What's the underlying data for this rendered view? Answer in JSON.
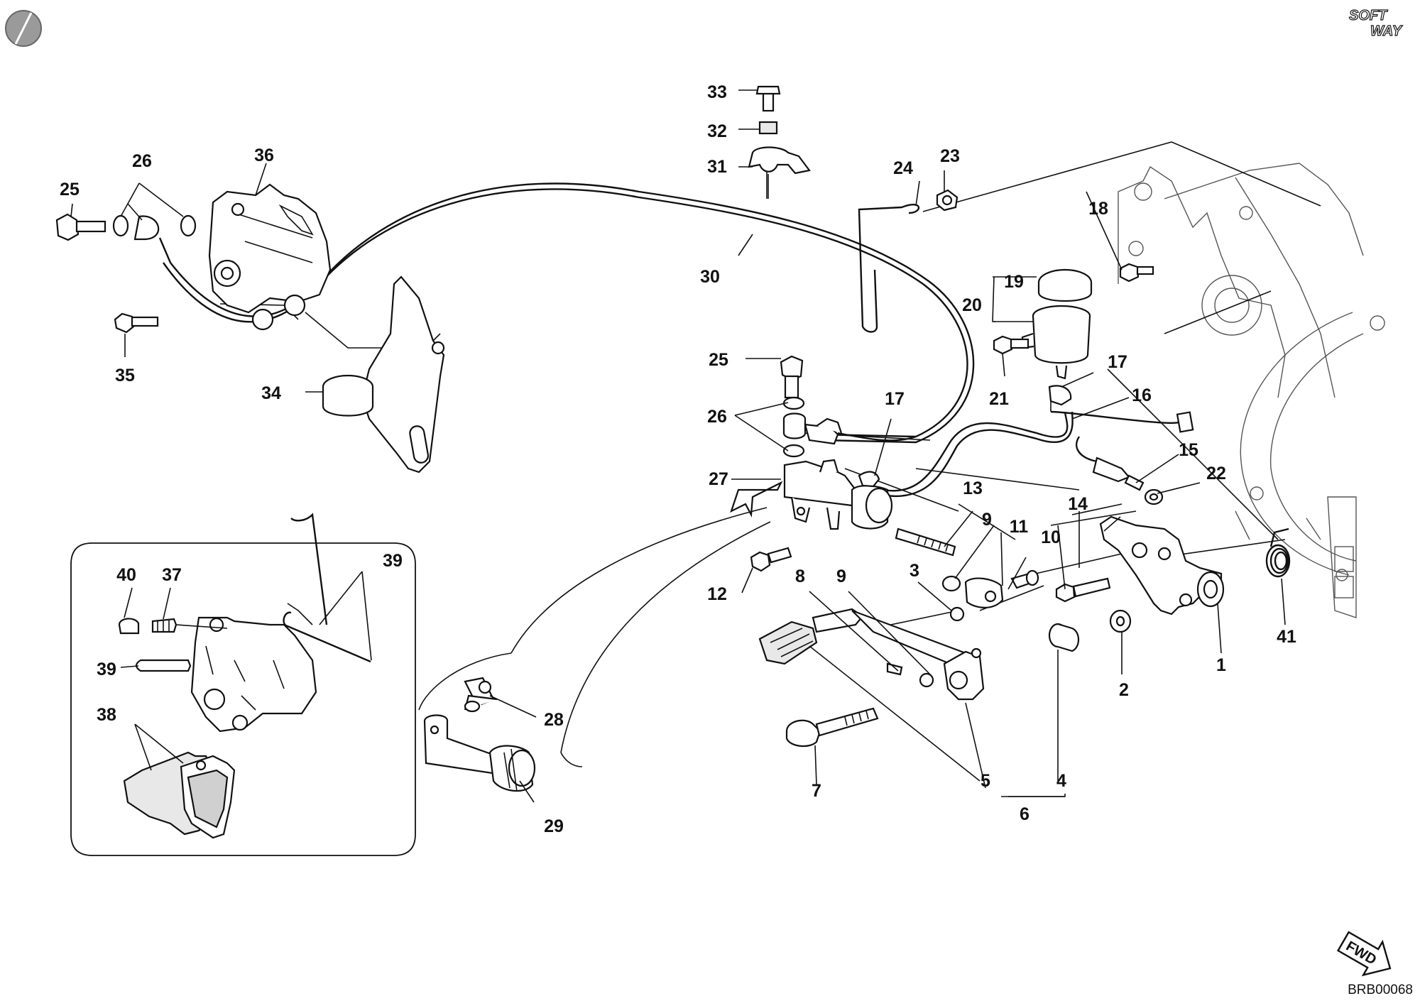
{
  "diagram": {
    "code": "BRB00068",
    "logo": {
      "line1": "SOFT",
      "line2": "WAY"
    },
    "fwd": "FWD",
    "callouts": {
      "c1": "1",
      "c2": "2",
      "c3": "3",
      "c4": "4",
      "c5": "5",
      "c6": "6",
      "c7": "7",
      "c8": "8",
      "c9a": "9",
      "c9b": "9",
      "c10": "10",
      "c11": "11",
      "c12": "12",
      "c13": "13",
      "c14": "14",
      "c15": "15",
      "c16": "16",
      "c17a": "17",
      "c17b": "17",
      "c18": "18",
      "c19": "19",
      "c20": "20",
      "c21": "21",
      "c22": "22",
      "c23": "23",
      "c24": "24",
      "c25a": "25",
      "c25b": "25",
      "c26a": "26",
      "c26b": "26",
      "c27": "27",
      "c28": "28",
      "c29": "29",
      "c30": "30",
      "c31": "31",
      "c32": "32",
      "c33": "33",
      "c34": "34",
      "c35": "35",
      "c36": "36",
      "c37": "37",
      "c38": "38",
      "c39a": "39",
      "c39b": "39",
      "c40": "40",
      "c41": "41"
    }
  }
}
